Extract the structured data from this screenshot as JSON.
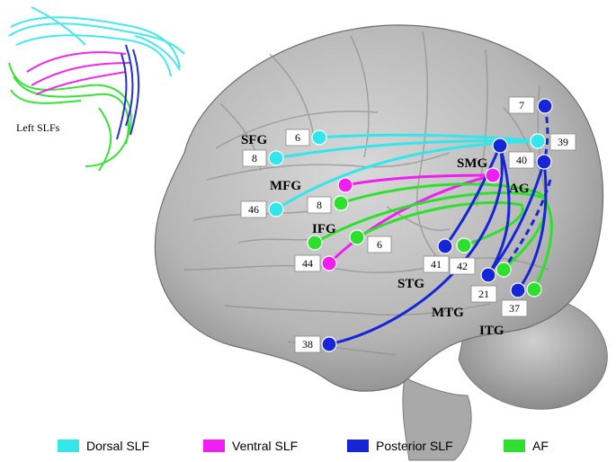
{
  "inset": {
    "label": "Left SLFs"
  },
  "colors": {
    "dorsal": "#33e6ec",
    "ventral": "#f01ef0",
    "posterior": "#1625d8",
    "af": "#2ee02e"
  },
  "regions": {
    "sfg": "SFG",
    "mfg": "MFG",
    "ifg": "IFG",
    "smg": "SMG",
    "ag": "AG",
    "stg": "STG",
    "mtg": "MTG",
    "itg": "ITG"
  },
  "areas": {
    "a6_top": "6",
    "a8_top": "8",
    "a8_mid": "8",
    "a46": "46",
    "a44": "44",
    "a6_low": "6",
    "a7": "7",
    "a39": "39",
    "a40": "40",
    "a41": "41",
    "a42": "42",
    "a21": "21",
    "a37": "37",
    "a38": "38"
  },
  "legend": {
    "dorsal": "Dorsal SLF",
    "ventral": "Ventral SLF",
    "posterior": "Posterior SLF",
    "af": "AF"
  }
}
